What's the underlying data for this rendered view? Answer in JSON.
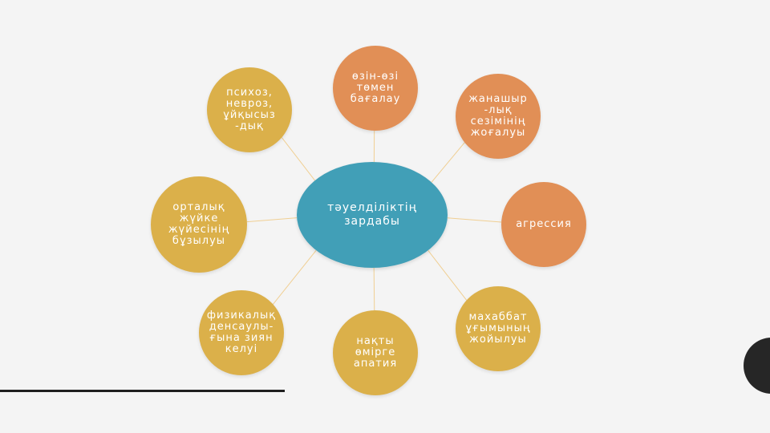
{
  "colors": {
    "background": "#f4f4f4",
    "center": "#419fb7",
    "orange": "#e18f56",
    "yellow": "#dbb04a",
    "connector": "#f0cf93"
  },
  "diagram": {
    "center": {
      "label": "тәуелділіктің\nзардабы"
    },
    "nodes": [
      {
        "label": "өзін-өзі\nтөмен\nбағалау",
        "color": "orange"
      },
      {
        "label": "жанашыр\n-лық\nсезімінің\nжоғалуы",
        "color": "orange"
      },
      {
        "label": "агрессия",
        "color": "orange"
      },
      {
        "label": "махаббат\nұғымының\nжойылуы",
        "color": "yellow"
      },
      {
        "label": "нақты\nөмірге\nапатия",
        "color": "yellow"
      },
      {
        "label": "физикалық\nденсаулы-\nғына зиян\nкелуі",
        "color": "yellow"
      },
      {
        "label": "орталық\nжүйке\nжүйесінің\nбұзылуы",
        "color": "yellow"
      },
      {
        "label": "психоз,\nневроз,\nұйқысыз\n-дық",
        "color": "yellow"
      }
    ]
  }
}
